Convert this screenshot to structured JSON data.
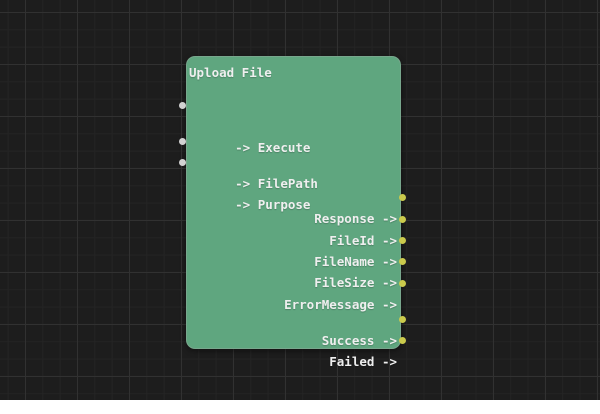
{
  "canvas": {
    "background_color": "#1d1d1d",
    "grid_major_color": "#313131",
    "grid_minor_color": "#242424"
  },
  "node": {
    "title": "Upload File",
    "body_color": "#5fa67f",
    "text_color": "#efefef",
    "input_pin_color": "#d2d2d2",
    "output_pin_color": "#caca4c",
    "pin_arrow": "->",
    "inputs": [
      {
        "label": "Execute"
      },
      {
        "label": "FilePath"
      },
      {
        "label": "Purpose"
      }
    ],
    "outputs": [
      {
        "label": "Response"
      },
      {
        "label": "FileId"
      },
      {
        "label": "FileName"
      },
      {
        "label": "FileSize"
      },
      {
        "label": "ErrorMessage"
      },
      {
        "label": "Success"
      },
      {
        "label": "Failed"
      }
    ]
  }
}
